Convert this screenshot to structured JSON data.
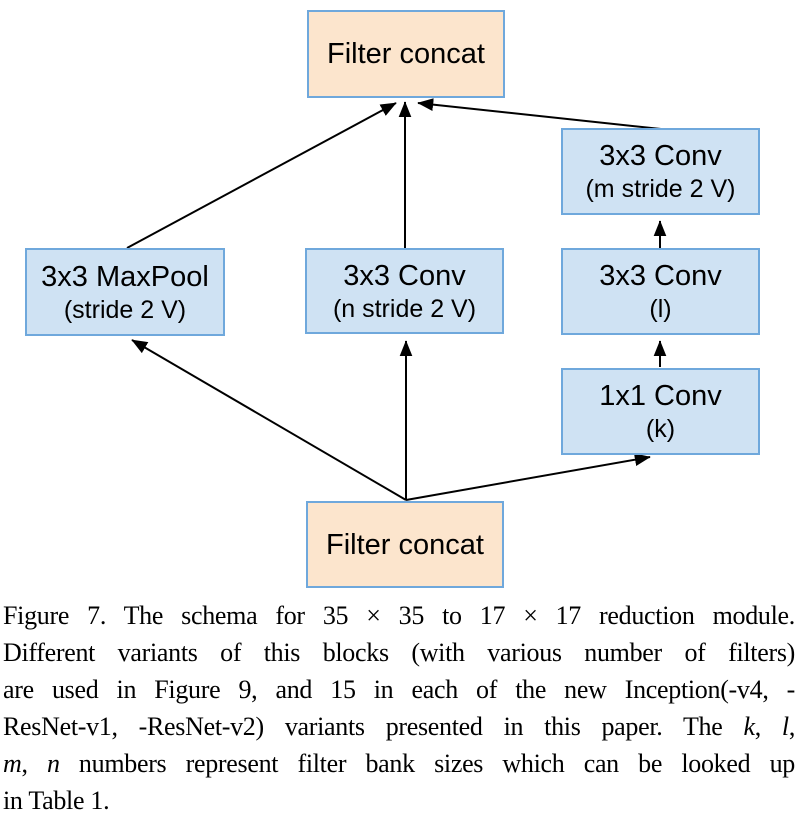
{
  "colors": {
    "concat_fill": "#fce5cd",
    "conv_fill": "#cfe2f3",
    "box_border": "#6fa8dc",
    "arrow": "#000000",
    "text": "#000000"
  },
  "diagram": {
    "nodes": {
      "top_concat": {
        "label": "Filter concat"
      },
      "conv_m": {
        "label": "3x3 Conv",
        "sublabel": "(m stride 2 V)"
      },
      "maxpool": {
        "label": "3x3 MaxPool",
        "sublabel": "(stride 2 V)"
      },
      "conv_n": {
        "label": "3x3 Conv",
        "sublabel": "(n stride 2 V)"
      },
      "conv_l": {
        "label": "3x3 Conv",
        "sublabel": "(l)"
      },
      "conv_k": {
        "label": "1x1 Conv",
        "sublabel": "(k)"
      },
      "bottom_concat": {
        "label": "Filter concat"
      }
    },
    "edges": [
      {
        "from": "bottom_concat",
        "to": "maxpool"
      },
      {
        "from": "bottom_concat",
        "to": "conv_n"
      },
      {
        "from": "bottom_concat",
        "to": "conv_k"
      },
      {
        "from": "conv_k",
        "to": "conv_l"
      },
      {
        "from": "conv_l",
        "to": "conv_m"
      },
      {
        "from": "maxpool",
        "to": "top_concat"
      },
      {
        "from": "conv_n",
        "to": "top_concat"
      },
      {
        "from": "conv_m",
        "to": "top_concat"
      }
    ]
  },
  "caption": {
    "lines": [
      [
        {
          "text": "Figure 7. The schema for ",
          "style": "normal"
        },
        {
          "text": "35 × 35",
          "style": "math"
        },
        {
          "text": " to ",
          "style": "normal"
        },
        {
          "text": "17 × 17",
          "style": "math"
        },
        {
          "text": " reduction module.",
          "style": "normal"
        }
      ],
      [
        {
          "text": "Different variants of this blocks (with various number of filters)",
          "style": "normal"
        }
      ],
      [
        {
          "text": "are used in Figure 9, and 15 in each of the new Inception(-v4, -",
          "style": "normal"
        }
      ],
      [
        {
          "text": "ResNet-v1, -ResNet-v2) variants presented in this paper. The ",
          "style": "normal"
        },
        {
          "text": "k",
          "style": "italic"
        },
        {
          "text": ", ",
          "style": "normal"
        },
        {
          "text": "l",
          "style": "italic"
        },
        {
          "text": ",",
          "style": "normal"
        }
      ],
      [
        {
          "text": "m",
          "style": "italic"
        },
        {
          "text": ", ",
          "style": "normal"
        },
        {
          "text": "n",
          "style": "italic"
        },
        {
          "text": " numbers represent filter bank sizes which can be looked up",
          "style": "normal"
        }
      ],
      [
        {
          "text": "in Table 1.",
          "style": "normal"
        }
      ]
    ]
  }
}
